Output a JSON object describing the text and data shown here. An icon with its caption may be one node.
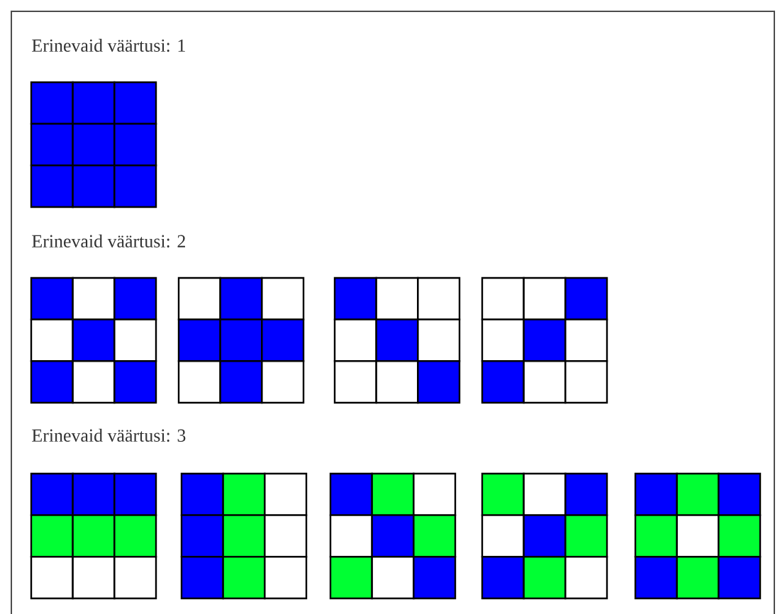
{
  "diagram": {
    "labels": [
      "Erinevaid väärtusi: 1",
      "Erinevaid väärtusi: 2",
      "Erinevaid väärtusi: 3"
    ]
  }
}
